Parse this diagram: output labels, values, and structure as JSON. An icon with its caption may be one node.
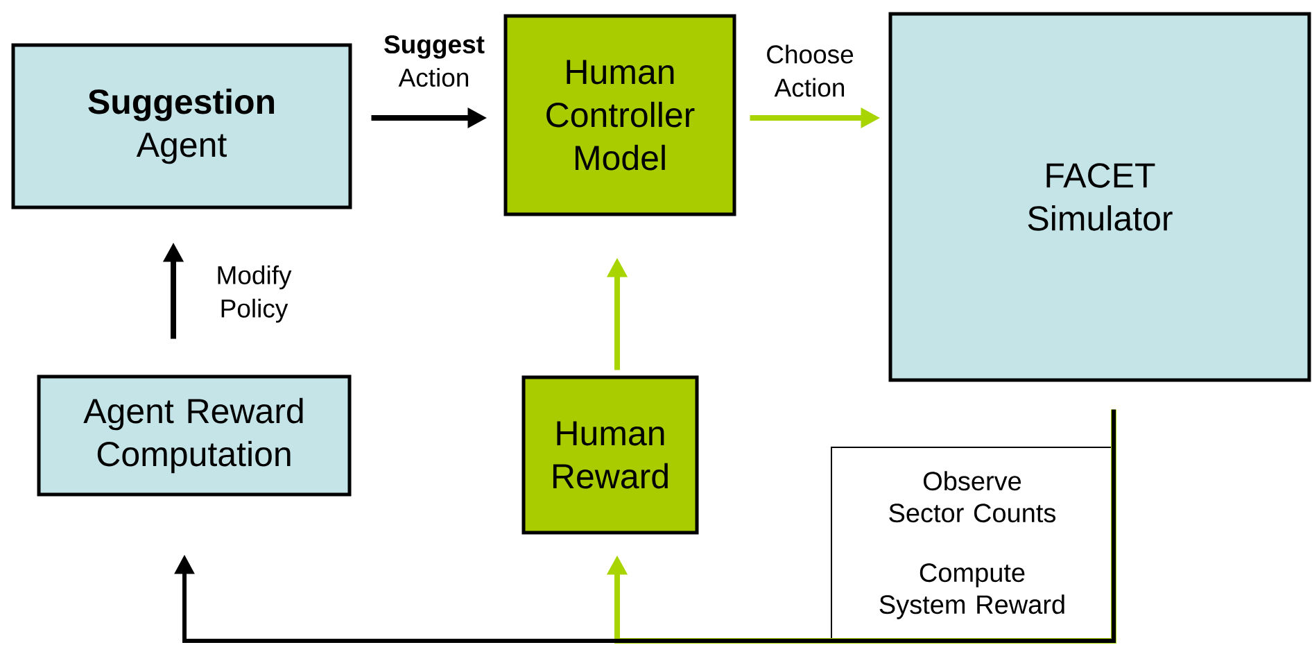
{
  "diagram": {
    "nodes": [
      {
        "text": [
          "**Suggestion** Agent"
        ]
      },
      {
        "text": [
          "Human Controller Model"
        ]
      },
      {
        "text": [
          "FACET Simulator"
        ]
      },
      {
        "text": [
          "Agent Reward Computation"
        ]
      },
      {
        "text": [
          "Human Reward"
        ]
      },
      {
        "text": [
          "Observe Sector Counts",
          "Compute System Reward"
        ]
      }
    ],
    "edges": [
      {
        "from": 0,
        "to": 1,
        "arrow": "to",
        "label": "**Suggest** Action"
      },
      {
        "from": 1,
        "to": 2,
        "arrow": "to",
        "label": "Choose Action",
        "color": "#a8d400"
      },
      {
        "from": 3,
        "to": 0,
        "arrow": "to",
        "label": "Modify Policy"
      },
      {
        "from": 4,
        "to": 1,
        "arrow": "to",
        "color": "#a8d400"
      },
      {
        "from": 2,
        "to": 3,
        "arrow": "to"
      },
      {
        "from": 2,
        "to": 4,
        "arrow": "to",
        "color": "#a8d400"
      }
    ]
  }
}
